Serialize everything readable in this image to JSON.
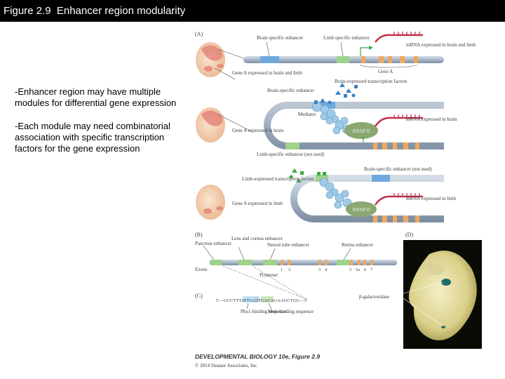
{
  "slide": {
    "title": "Figure 2.9  Enhancer region modularity",
    "bullets": [
      "-Enhancer region may have multiple modules for differential gene expression",
      "-Each module may need combinatorial association with specific transcription factors for the gene expression"
    ]
  },
  "figure": {
    "panel_a": {
      "label": "(A)",
      "top": {
        "brain_enhancer": "Brain specific enhancer",
        "limb_enhancer": "Limb specific enhancer",
        "mrna": "mRNA expressed in brain and limb",
        "gene": "Gene A",
        "embryo_caption": "Gene A expressed in brain and limb",
        "brain_factors": "Brain-specific enhancer",
        "limb_factors": "Brain-expressed transcription factors"
      },
      "middle": {
        "mediator": "Mediator",
        "rnap": "RNAP II",
        "mrna": "mRNA expressed in brain",
        "embryo_caption": "Gene A expressed in brain",
        "unused": "Limb-specific enhancer (not used)"
      },
      "bottom": {
        "unused": "Brain-specific enhancer (not used)",
        "factors": "Limb-expressed transcription factors",
        "rnap": "RNAP II",
        "mrna": "mRNA expressed in limb",
        "embryo_caption": "Gene A expressed in limb"
      }
    },
    "panel_b": {
      "label": "(B)",
      "pancreas": "Pancreas enhancer",
      "lens": "Lens and cornea enhancer",
      "neural": "Neural tube enhancer",
      "retina": "Retina enhancer",
      "exons": "Exons",
      "promoter": "Promoter",
      "exon_numbers": [
        "1",
        "2",
        "3",
        "4",
        "5",
        "5a",
        "6",
        "7"
      ]
    },
    "panel_c": {
      "label": "(C)",
      "sequence": "5'—GCCTTTATTGATTGACAGAAGCTGG—3'",
      "pbx": "Pbx1-binding sequence",
      "meis": "Meis-binding sequence"
    },
    "panel_d": {
      "label": "(D)",
      "stain": "β-galactosidase"
    },
    "credit": {
      "book": "DEVELOPMENTAL BIOLOGY 10e, Figure 2.9",
      "copyright": "© 2014 Sinauer Associates, Inc."
    }
  },
  "colors": {
    "title_bg": "#000000",
    "dna": "#a9b8c8",
    "brain_enhancer": "#6fa8dc",
    "limb_enhancer": "#9fd38a",
    "exon": "#f0a860",
    "mrna": "#c0304a",
    "rnap": "#8aa870",
    "factor_blue": "#3a7fc0",
    "factor_green": "#3ca64a"
  }
}
